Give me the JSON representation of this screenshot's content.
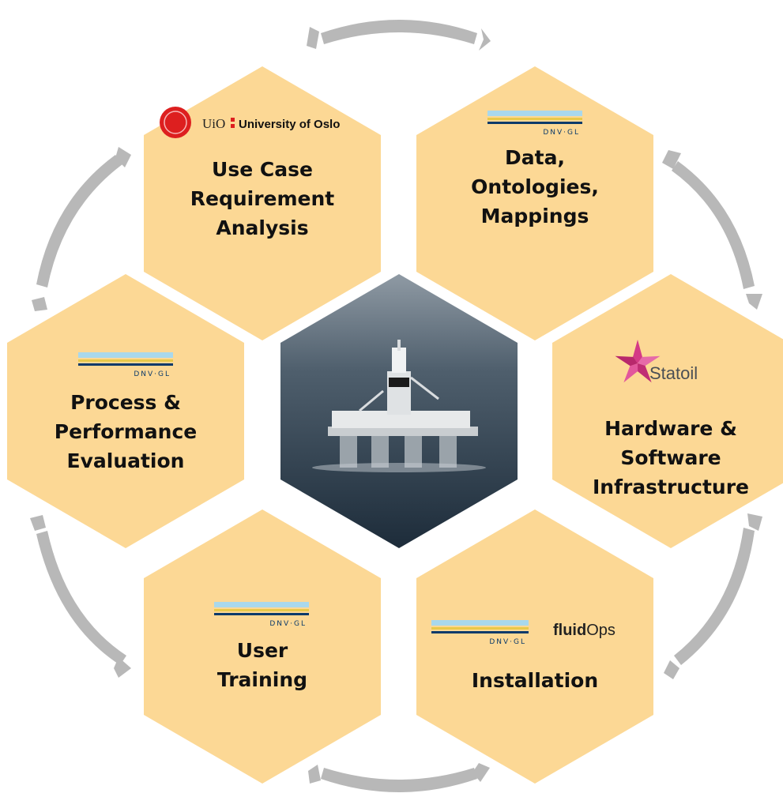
{
  "colors": {
    "hex_fill": "#fcd895",
    "arrow": "#b8b8b8",
    "dnv_light": "#a9d8ec",
    "dnv_yellow": "#e9c94a",
    "dnv_dark": "#0b3a6a",
    "uio_red": "#dd1f1f",
    "statoil_pink": "#d43a86"
  },
  "center_image": {
    "icon": "offshore-oil-rig-photo"
  },
  "logos": {
    "dnv_text": "DNV·GL",
    "uio_short": "UiO",
    "uio_full": "University of Oslo",
    "statoil": "Statoil",
    "fluid_a": "fluid",
    "fluid_b": "Ops"
  },
  "stages": [
    {
      "id": "use-case",
      "logo": "uio",
      "lines": [
        "Use Case",
        "Requirement",
        "Analysis"
      ]
    },
    {
      "id": "data",
      "logo": "dnv-gl",
      "lines": [
        "Data,",
        "Ontologies,",
        "Mappings"
      ]
    },
    {
      "id": "hardware",
      "logo": "statoil",
      "lines": [
        "Hardware &",
        "Software",
        "Infrastructure"
      ]
    },
    {
      "id": "installation",
      "logo": "dnv-gl + fluidOps",
      "lines": [
        "Installation"
      ]
    },
    {
      "id": "training",
      "logo": "dnv-gl",
      "lines": [
        "User",
        "Training"
      ]
    },
    {
      "id": "evaluation",
      "logo": "dnv-gl",
      "lines": [
        "Process &",
        "Performance",
        "Evaluation"
      ]
    }
  ]
}
